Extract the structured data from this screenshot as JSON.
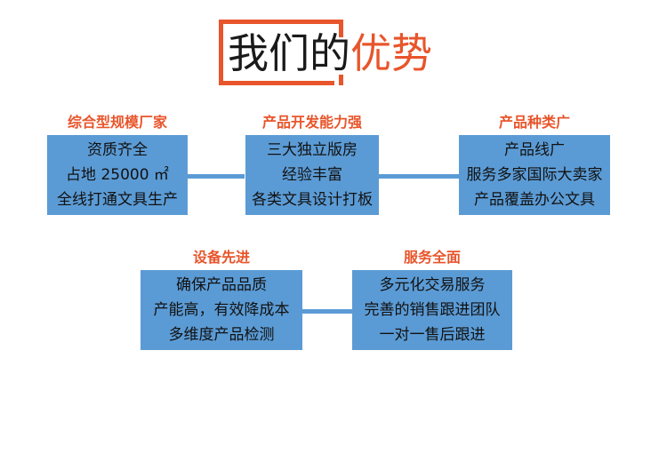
{
  "title": {
    "prefix": "我们的",
    "accent": "优势",
    "bracket_color": "#E8552B",
    "prefix_color": "#1A1A1A"
  },
  "theme": {
    "box_fill": "#5B9BD5",
    "label_color": "#E8552B",
    "connector_color": "#5B9BD5",
    "background": "#FFFFFF",
    "box_text_color": "#111111"
  },
  "nodes": [
    {
      "label": "综合型规模厂家",
      "lines": [
        "资质齐全",
        "占地 25000 ㎡",
        "全线打通文具生产"
      ]
    },
    {
      "label": "产品开发能力强",
      "lines": [
        "三大独立版房",
        "经验丰富",
        "各类文具设计打板"
      ]
    },
    {
      "label": "产品种类广",
      "lines": [
        "产品线广",
        "服务多家国际大卖家",
        "产品覆盖办公文具"
      ]
    },
    {
      "label": "设备先进",
      "lines": [
        "确保产品品质",
        "产能高，有效降成本",
        "多维度产品检测"
      ]
    },
    {
      "label": "服务全面",
      "lines": [
        "多元化交易服务",
        "完善的销售跟进团队",
        "一对一售后跟进"
      ]
    }
  ]
}
